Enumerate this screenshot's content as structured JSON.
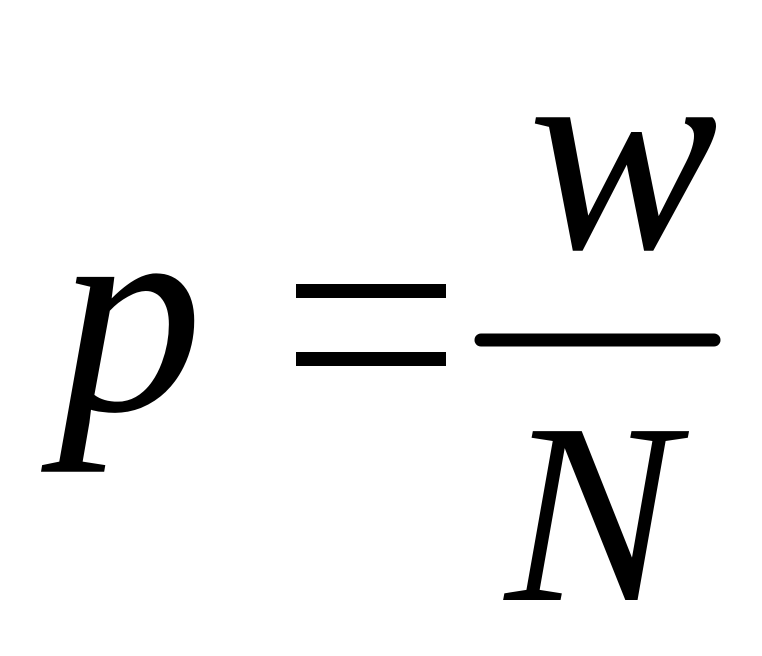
{
  "formula": {
    "lhs": "p",
    "operator": "=",
    "numerator": "w",
    "denominator": "N"
  },
  "colors": {
    "ink": "#000000",
    "background": "#ffffff"
  }
}
